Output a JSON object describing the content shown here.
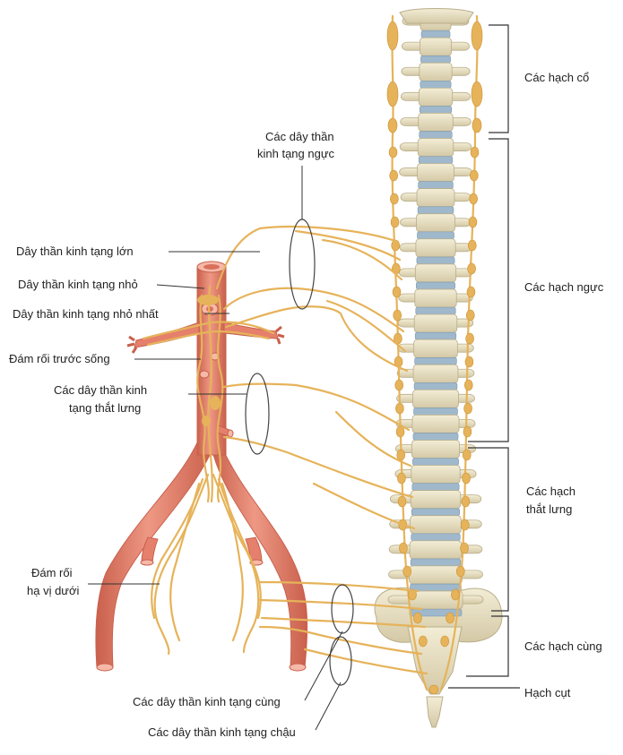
{
  "colors": {
    "aorta": "#e5806c",
    "aorta_dark": "#c9604c",
    "aorta_light": "#f6b9a9",
    "bone": "#e9e2c6",
    "bone_dark": "#b9ae8a",
    "disc": "#9fb8cc",
    "nerve": "#e6b35a",
    "nerve_dark": "#c99030",
    "text": "#222222"
  },
  "labels": {
    "left": {
      "greater_splanchnic": "Dây thần kinh tạng lớn",
      "lesser_splanchnic": "Dây thần kinh tạng nhỏ",
      "least_splanchnic": "Dây thần kinh tạng nhỏ nhất",
      "prevertebral_plexus": "Đám rối trước sống",
      "lumbar_splanchnic": [
        "Các dây thần kinh",
        "tạng thắt lưng"
      ],
      "inferior_hypogastric": [
        "Đám rối",
        "hạ vị dưới"
      ]
    },
    "top": {
      "thoracic_splanchnic": [
        "Các dây thần",
        "kinh tạng ngực"
      ]
    },
    "bottom": {
      "sacral_splanchnic": "Các dây thần kinh tạng cùng",
      "pelvic_splanchnic": "Các dây thần kinh tạng chậu"
    },
    "right": {
      "cervical_ganglia": "Các hạch cổ",
      "thoracic_ganglia": "Các hạch ngực",
      "lumbar_ganglia": [
        "Các hạch",
        "thắt lưng"
      ],
      "sacral_ganglia": "Các hạch cùng",
      "coccygeal_ganglion": "Hạch cụt"
    }
  }
}
